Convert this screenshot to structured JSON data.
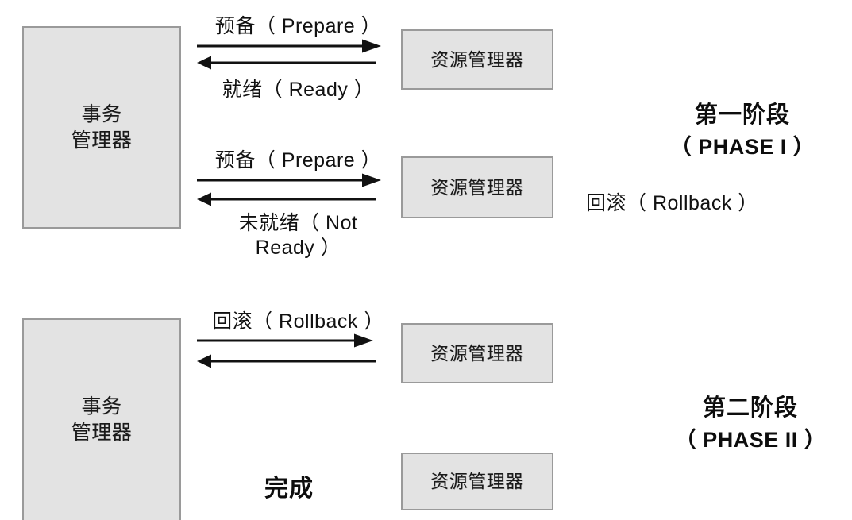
{
  "diagram": {
    "title": "Two-Phase Commit (2PC) Transaction Flow",
    "colors": {
      "box_fill": "#e3e3e3",
      "box_border": "#9a9a9a",
      "arrow": "#111111",
      "text": "#111111",
      "background": "#ffffff"
    }
  },
  "nodes": {
    "transaction_manager_top": "事务\n管理器",
    "transaction_manager_bottom": "事务\n管理器",
    "resource_manager_1": "资源管理器",
    "resource_manager_2": "资源管理器",
    "resource_manager_3": "资源管理器",
    "resource_manager_4": "资源管理器"
  },
  "messages": [
    {
      "id": "prepare-1",
      "text": "预备（ Prepare ）",
      "direction": "right"
    },
    {
      "id": "ready-1",
      "text": "就绪（ Ready ）",
      "direction": "left"
    },
    {
      "id": "prepare-2",
      "text": "预备（ Prepare ）",
      "direction": "right"
    },
    {
      "id": "not-ready-2",
      "text": "未就绪（ Not\nReady ）",
      "direction": "left"
    },
    {
      "id": "rollback-3",
      "text": "回滚（ Rollback ）",
      "direction": "right"
    },
    {
      "id": "ack-3",
      "text": "",
      "direction": "left"
    }
  ],
  "annotations": {
    "rollback_note": "回滚（ Rollback ）",
    "done_note": "完成"
  },
  "phases": [
    {
      "id": "phase-1",
      "cn": "第一阶段",
      "en": "（ PHASE I ）"
    },
    {
      "id": "phase-2",
      "cn": "第二阶段",
      "en": "（ PHASE II ）"
    }
  ]
}
